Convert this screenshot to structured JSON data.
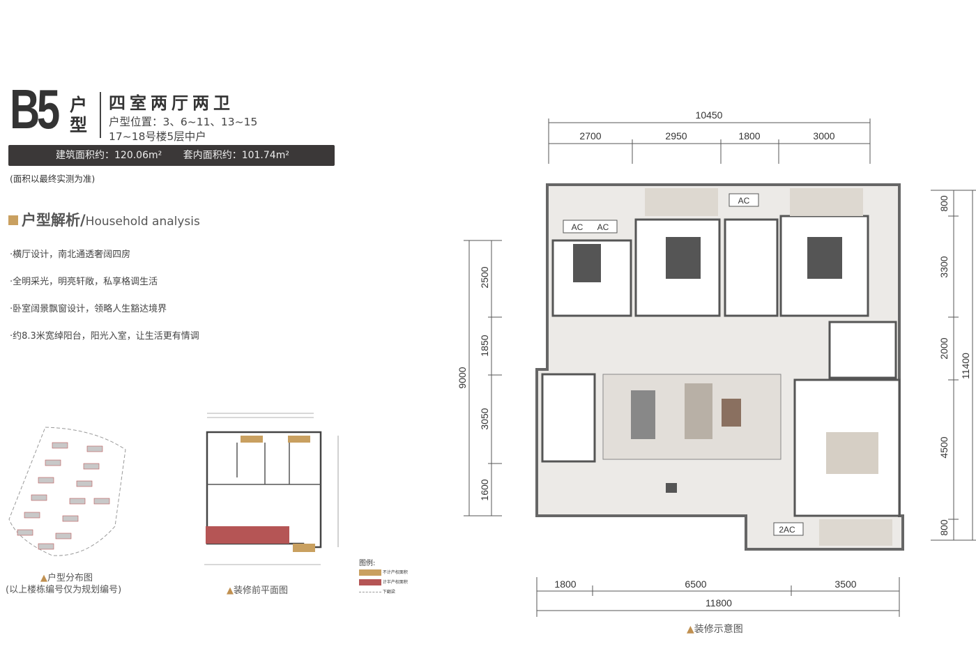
{
  "header": {
    "type_code": "B5",
    "type_word": "户型",
    "layout_name": "四室两厅两卫",
    "location_line1": "户型位置：3、6~11、13~15",
    "location_line2": "17~18号楼5层中户",
    "building_area": "建筑面积约：120.06m²",
    "inner_area": "套内面积约：101.74m²",
    "note": "(面积以最终实测为准)"
  },
  "analysis": {
    "title_cn": "户型解析/",
    "title_en": "Household analysis",
    "points": [
      "·横厅设计，南北通透奢阔四房",
      "·全明采光，明亮轩敞，私享格调生活",
      "·卧室阔景飘窗设计，领略人生豁达境界",
      "·约8.3米宽绰阳台，阳光入室，让生活更有情调"
    ]
  },
  "site_map": {
    "caption": "户型分布图",
    "sub_caption": "(以上楼栋编号仅为规划编号)"
  },
  "pre_plan": {
    "caption": "装修前平面图",
    "legend_title": "图例:",
    "legend": [
      {
        "label": "不计产权面积",
        "color": "#c9a060"
      },
      {
        "label": "计半产权面积",
        "color": "#b55555"
      },
      {
        "label": "下翻梁",
        "color": "#bbbbbb"
      }
    ]
  },
  "main_plan": {
    "caption": "装修示意图",
    "top_total": "10450",
    "top_dims": [
      "2700",
      "2950",
      "1800",
      "3000"
    ],
    "left_total": "9000",
    "left_dims": [
      "2500",
      "1850",
      "3050",
      "1600"
    ],
    "right_total": "11400",
    "right_dims": [
      "800",
      "3300",
      "2000",
      "4500",
      "800"
    ],
    "bottom_total": "11800",
    "bottom_dims": [
      "1800",
      "6500",
      "3500"
    ],
    "ac_labels": [
      "AC",
      "AC",
      "AC",
      "2AC"
    ]
  },
  "colors": {
    "accent": "#c9a060",
    "bar": "#3b3838",
    "floor": "#e8e6e3",
    "wall": "#555555"
  }
}
